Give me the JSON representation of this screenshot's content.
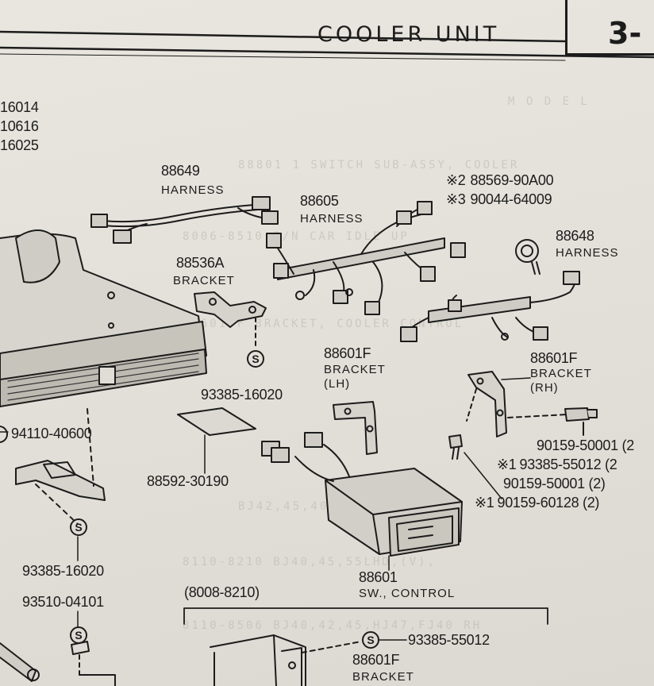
{
  "header": {
    "section_title": "COOLER UNIT",
    "page_number": "3-"
  },
  "left_codes": [
    "16014",
    "10616",
    "16025"
  ],
  "parts": {
    "p88649": {
      "number": "88649",
      "name": "HARNESS"
    },
    "p88605": {
      "number": "88605",
      "name": "HARNESS"
    },
    "p88648": {
      "number": "88648",
      "name": "HARNESS"
    },
    "p88536A": {
      "number": "88536A",
      "name": "BRACKET"
    },
    "p88601F_lh": {
      "number": "88601F",
      "name": "BRACKET",
      "side": "(LH)"
    },
    "p88601F_rh": {
      "number": "88601F",
      "name": "BRACKET",
      "side": "(RH)"
    },
    "p88601": {
      "number": "88601",
      "name": "SW., CONTROL"
    },
    "p88601F_bottom": {
      "number": "88601F",
      "name": "BRACKET"
    },
    "p88592": {
      "number": "88592-30190"
    }
  },
  "marked_parts": {
    "m2": {
      "mark": "※2",
      "number": "88569-90A00"
    },
    "m3": {
      "mark": "※3",
      "number": "90044-64009"
    }
  },
  "fasteners": {
    "s1": "93385-16020",
    "s2": "94110-40600",
    "s3": "93385-16020",
    "s4": "93510-04101",
    "s5": "93385-55012"
  },
  "right_list": [
    {
      "mark": "",
      "text": "90159-50001 (2"
    },
    {
      "mark": "※1",
      "text": "93385-55012 (2"
    },
    {
      "mark": "",
      "text": "90159-50001 (2)"
    },
    {
      "mark": "※1",
      "text": "90159-60128 (2)"
    }
  ],
  "range_label": "(8008-8210)",
  "symbols": {
    "s_mark": "S"
  }
}
